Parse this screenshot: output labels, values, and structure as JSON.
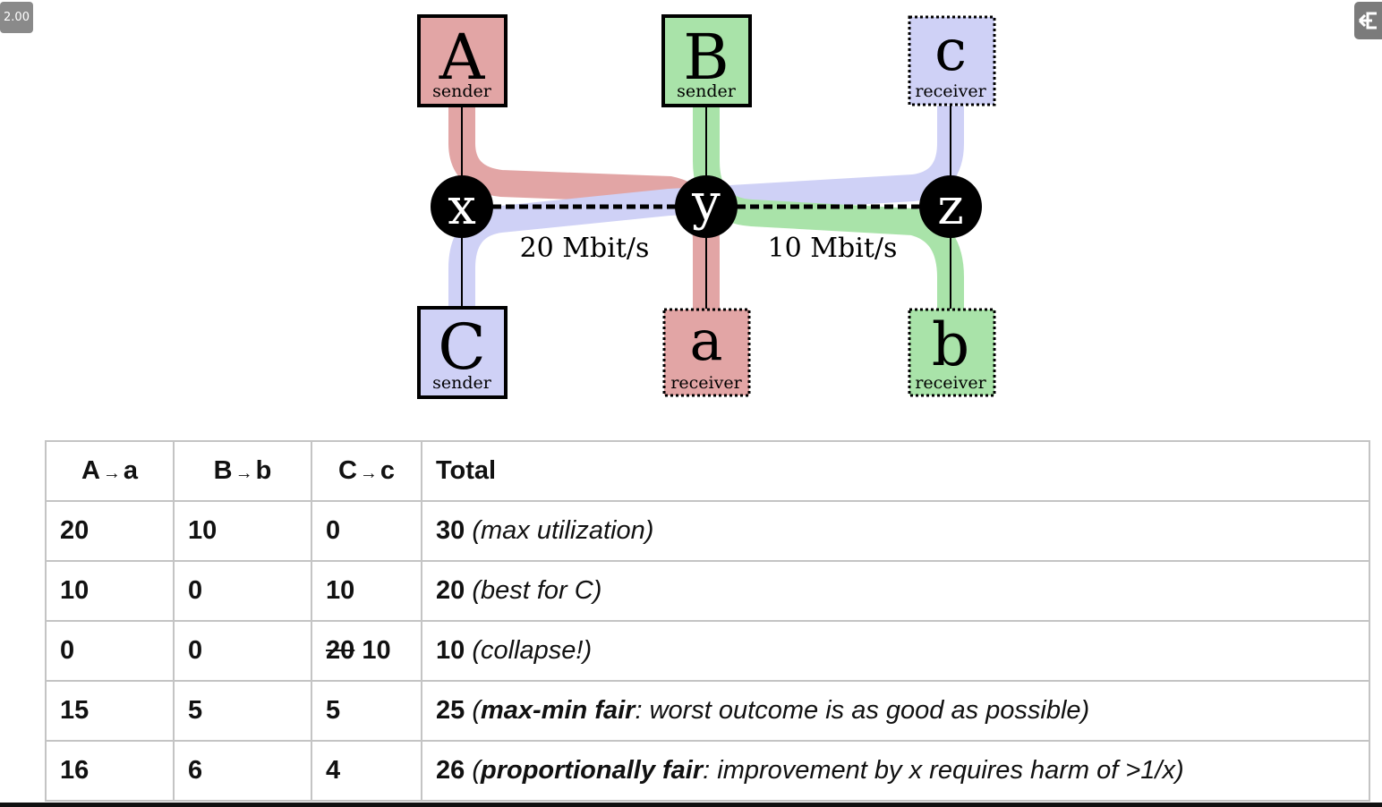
{
  "player": {
    "speed": "2.00",
    "exit_icon": "exit-arrow-icon"
  },
  "diagram": {
    "colors": {
      "red": "#e2a5a5",
      "green": "#a9e3a9",
      "blue": "#cfd1f6"
    },
    "nodes": {
      "A": {
        "letter": "A",
        "role": "sender"
      },
      "B": {
        "letter": "B",
        "role": "sender"
      },
      "C": {
        "letter": "C",
        "role": "sender"
      },
      "a": {
        "letter": "a",
        "role": "receiver"
      },
      "b": {
        "letter": "b",
        "role": "receiver"
      },
      "c": {
        "letter": "c",
        "role": "receiver"
      }
    },
    "routers": {
      "x": "x",
      "y": "y",
      "z": "z"
    },
    "links": {
      "xy": "20 Mbit/s",
      "yz": "10 Mbit/s"
    }
  },
  "table": {
    "headers": [
      "A",
      "B",
      "C",
      "Total"
    ],
    "header_targets": [
      "a",
      "b",
      "c"
    ],
    "arrow": "→",
    "rows": [
      {
        "a": "20",
        "b": "10",
        "c": "0",
        "total": "30",
        "note": "max utilization"
      },
      {
        "a": "10",
        "b": "0",
        "c": "10",
        "total": "20",
        "note": "best for C"
      },
      {
        "a": "0",
        "b": "0",
        "c_struck": "20",
        "c": "10",
        "total": "10",
        "note": "collapse!"
      },
      {
        "a": "15",
        "b": "5",
        "c": "5",
        "total": "25",
        "note_bold": "max-min fair",
        "note": ": worst outcome is as good as possible"
      },
      {
        "a": "16",
        "b": "6",
        "c": "4",
        "total": "26",
        "note_bold": "proportionally fair",
        "note": ": improvement by x requires harm of >1/x"
      }
    ]
  }
}
